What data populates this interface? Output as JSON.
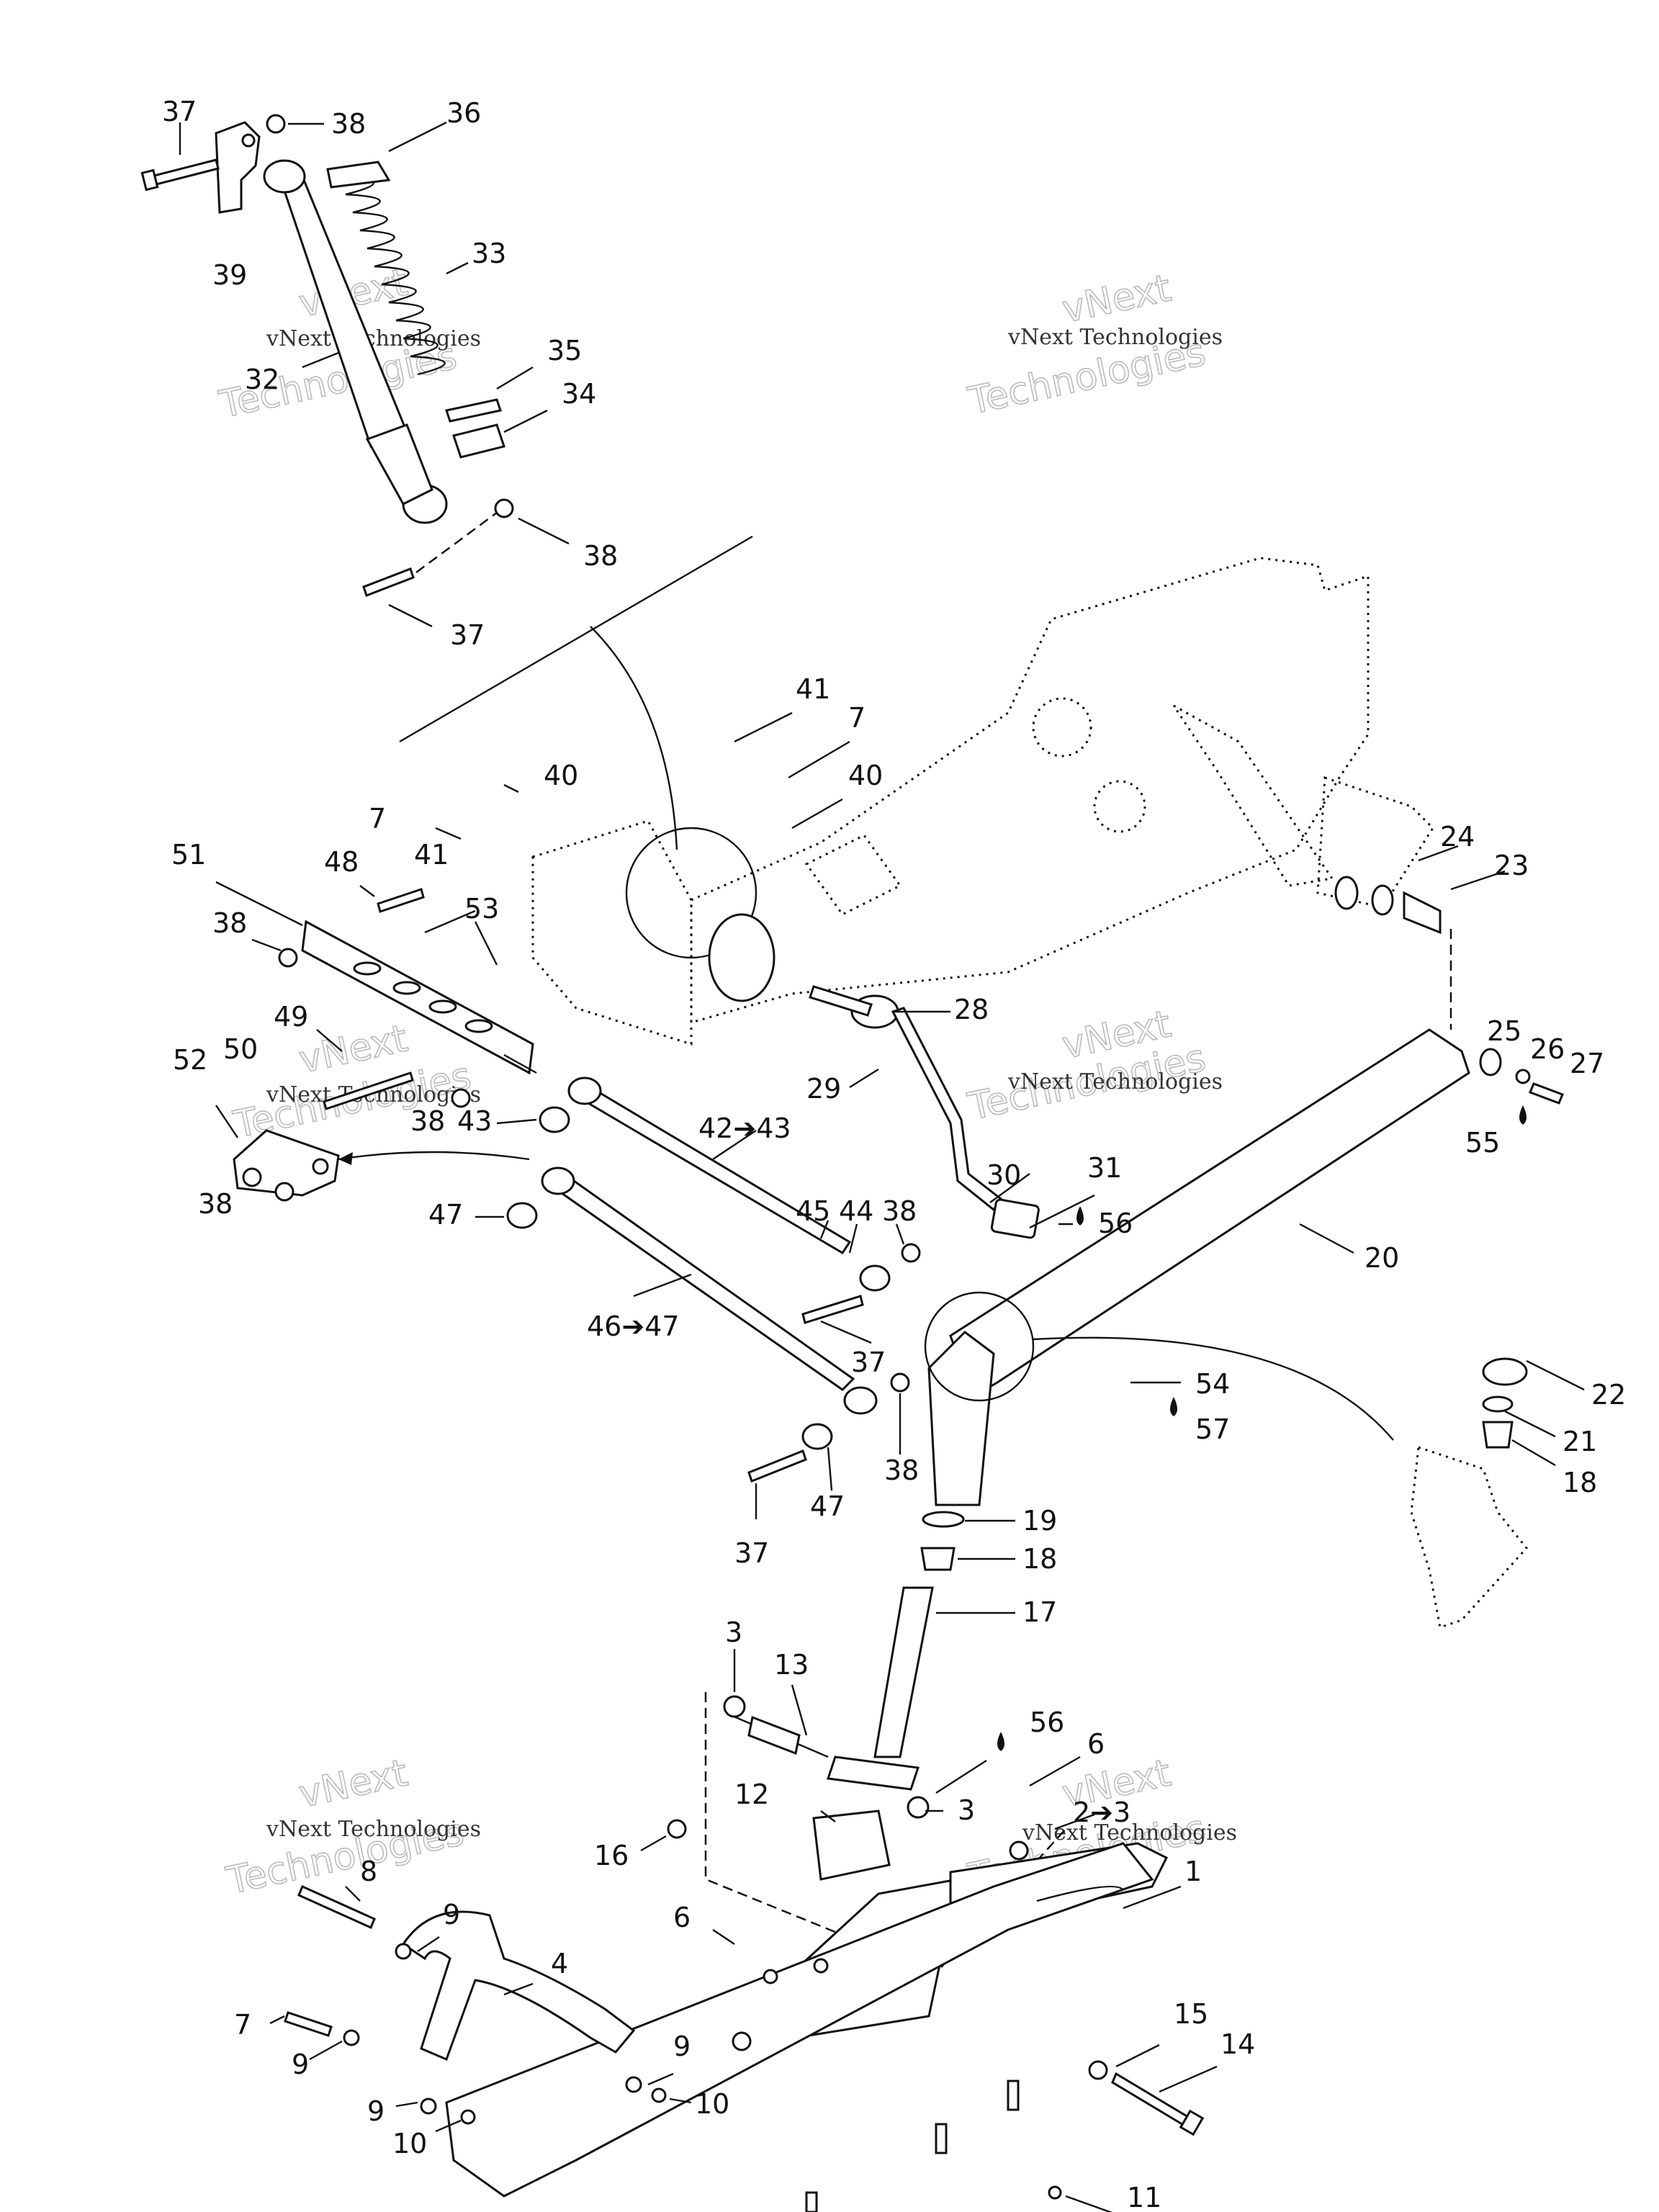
{
  "watermark": {
    "line1": "vNext Technologies",
    "line2": "Technologies",
    "line3": "vNext"
  },
  "callouts": [
    {
      "id": "c37a",
      "text": "37"
    },
    {
      "id": "c38a",
      "text": "38"
    },
    {
      "id": "c36",
      "text": "36"
    },
    {
      "id": "c39",
      "text": "39"
    },
    {
      "id": "c33",
      "text": "33"
    },
    {
      "id": "c32",
      "text": "32"
    },
    {
      "id": "c35",
      "text": "35"
    },
    {
      "id": "c34",
      "text": "34"
    },
    {
      "id": "c38b",
      "text": "38"
    },
    {
      "id": "c37b",
      "text": "37"
    },
    {
      "id": "c41a",
      "text": "41"
    },
    {
      "id": "c7a",
      "text": "7"
    },
    {
      "id": "c40a",
      "text": "40"
    },
    {
      "id": "c40b",
      "text": "40"
    },
    {
      "id": "c7b",
      "text": "7"
    },
    {
      "id": "c41b",
      "text": "41"
    },
    {
      "id": "c51",
      "text": "51"
    },
    {
      "id": "c48",
      "text": "48"
    },
    {
      "id": "c53",
      "text": "53"
    },
    {
      "id": "c38c",
      "text": "38"
    },
    {
      "id": "c24",
      "text": "24"
    },
    {
      "id": "c23",
      "text": "23"
    },
    {
      "id": "c49",
      "text": "49"
    },
    {
      "id": "c50",
      "text": "50"
    },
    {
      "id": "c52",
      "text": "52"
    },
    {
      "id": "c28",
      "text": "28"
    },
    {
      "id": "c25",
      "text": "25"
    },
    {
      "id": "c26",
      "text": "26"
    },
    {
      "id": "c27",
      "text": "27"
    },
    {
      "id": "c29",
      "text": "29"
    },
    {
      "id": "c38d",
      "text": "38"
    },
    {
      "id": "c43",
      "text": "43"
    },
    {
      "id": "c42_43",
      "text": "42➔43"
    },
    {
      "id": "c55",
      "text": "55"
    },
    {
      "id": "c30",
      "text": "30"
    },
    {
      "id": "c38e",
      "text": "38"
    },
    {
      "id": "c31",
      "text": "31"
    },
    {
      "id": "c45",
      "text": "45"
    },
    {
      "id": "c44",
      "text": "44"
    },
    {
      "id": "c38f",
      "text": "38"
    },
    {
      "id": "c47a",
      "text": "47"
    },
    {
      "id": "c56a",
      "text": "56"
    },
    {
      "id": "c20",
      "text": "20"
    },
    {
      "id": "c46_47",
      "text": "46➔47"
    },
    {
      "id": "c37c",
      "text": "37"
    },
    {
      "id": "c54",
      "text": "54"
    },
    {
      "id": "c22",
      "text": "22"
    },
    {
      "id": "c57",
      "text": "57"
    },
    {
      "id": "c21",
      "text": "21"
    },
    {
      "id": "c38g",
      "text": "38"
    },
    {
      "id": "c18a",
      "text": "18"
    },
    {
      "id": "c47b",
      "text": "47"
    },
    {
      "id": "c37d",
      "text": "37"
    },
    {
      "id": "c19",
      "text": "19"
    },
    {
      "id": "c18b",
      "text": "18"
    },
    {
      "id": "c17",
      "text": "17"
    },
    {
      "id": "c3a",
      "text": "3"
    },
    {
      "id": "c13",
      "text": "13"
    },
    {
      "id": "c56b",
      "text": "56"
    },
    {
      "id": "c6a",
      "text": "6"
    },
    {
      "id": "c12",
      "text": "12"
    },
    {
      "id": "c3b",
      "text": "3"
    },
    {
      "id": "c2_3",
      "text": "2➔3"
    },
    {
      "id": "c16",
      "text": "16"
    },
    {
      "id": "c8",
      "text": "8"
    },
    {
      "id": "c1",
      "text": "1"
    },
    {
      "id": "c9a",
      "text": "9"
    },
    {
      "id": "c6b",
      "text": "6"
    },
    {
      "id": "c4",
      "text": "4"
    },
    {
      "id": "c7c",
      "text": "7"
    },
    {
      "id": "c15",
      "text": "15"
    },
    {
      "id": "c14",
      "text": "14"
    },
    {
      "id": "c9b",
      "text": "9"
    },
    {
      "id": "c9c",
      "text": "9"
    },
    {
      "id": "c10a",
      "text": "10"
    },
    {
      "id": "c9d",
      "text": "9"
    },
    {
      "id": "c10b",
      "text": "10"
    },
    {
      "id": "c11",
      "text": "11"
    }
  ]
}
